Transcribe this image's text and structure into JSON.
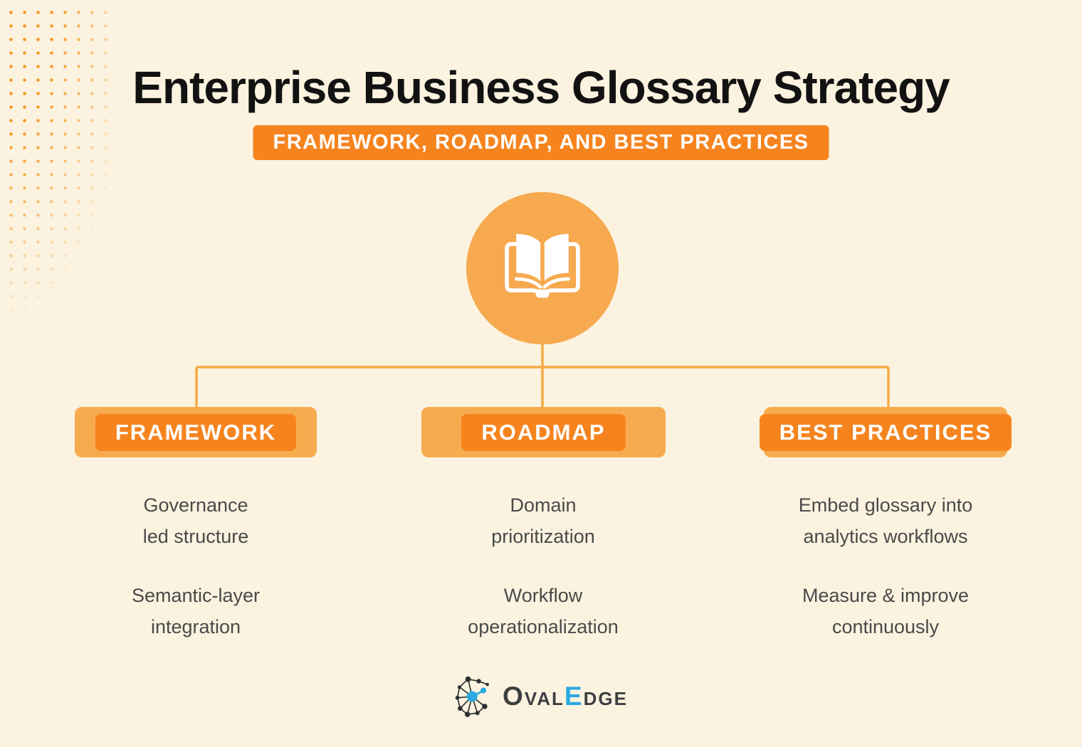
{
  "palette": {
    "background": "#FBF3E0",
    "accent_orange": "#F6841E",
    "light_orange": "#F6A94E",
    "line_orange": "#F8A944",
    "dot_orange": "#F7941E",
    "title_color": "#121212",
    "body_text": "#4A4A4A",
    "logo_dark": "#3C3F41",
    "logo_blue": "#2BA9E0"
  },
  "header": {
    "title": "Enterprise Business Glossary Strategy",
    "subtitle": "FRAMEWORK, ROADMAP, AND BEST PRACTICES"
  },
  "diagram": {
    "root_icon": "open-book-icon",
    "branches": [
      {
        "label": "FRAMEWORK",
        "items": [
          "Governance\nled structure",
          "Semantic-layer\nintegration"
        ]
      },
      {
        "label": "ROADMAP",
        "items": [
          "Domain\nprioritization",
          "Workflow\noperationalization"
        ]
      },
      {
        "label": "BEST PRACTICES",
        "items": [
          "Embed glossary into\nanalytics workflows",
          "Measure & improve\ncontinuously"
        ]
      }
    ]
  },
  "footer": {
    "logo": {
      "part1": "Oval",
      "part2": "E",
      "part3": "dge"
    }
  }
}
